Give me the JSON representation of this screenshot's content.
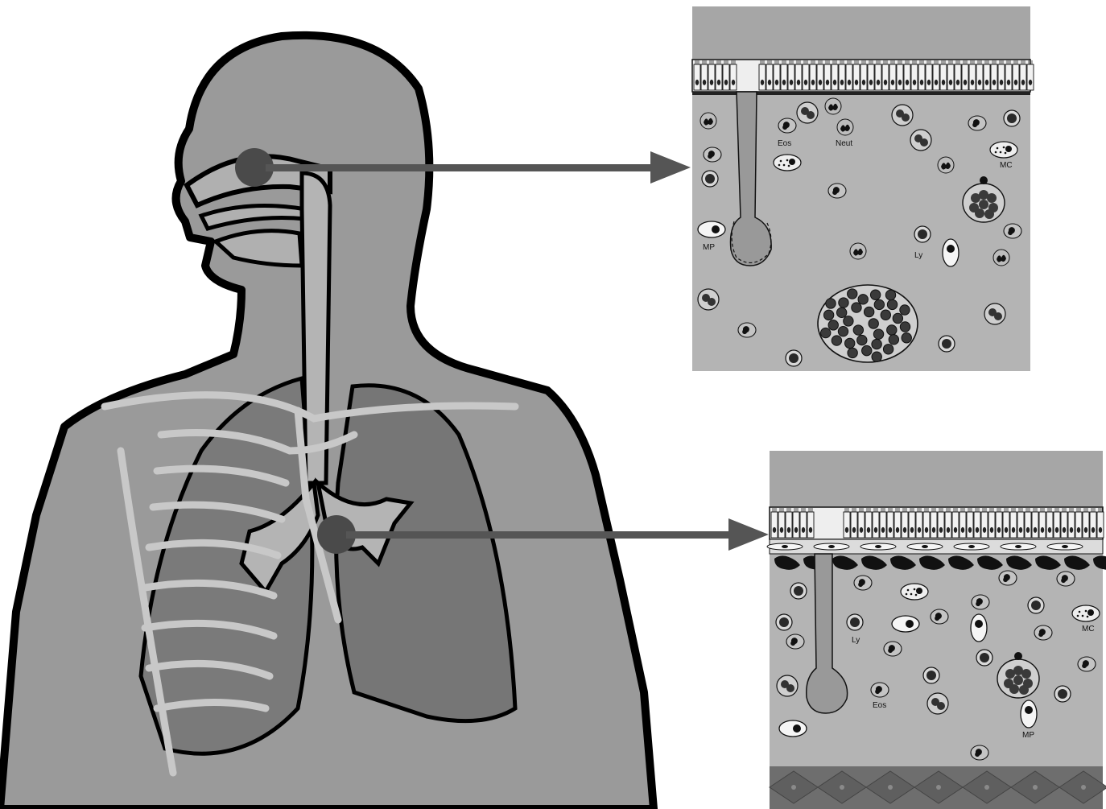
{
  "colors": {
    "background": "#ffffff",
    "body_fill": "#9a9a9a",
    "outline": "#000000",
    "lung_fill": "#767676",
    "bone": "#c8c8c8",
    "marker": "#4a4a4a",
    "arrow": "#555555",
    "panel_fill": "#b4b4b4",
    "panel_top": "#a2a2a2",
    "cell_white": "#f2f2f2",
    "cell_dark": "#3a3a3a"
  },
  "upper_panel": {
    "labels": {
      "eos": "Eos",
      "neut": "Neut",
      "mc": "MC",
      "mp": "MP",
      "ly": "Ly"
    }
  },
  "lower_panel": {
    "labels": {
      "ly": "Ly",
      "mc": "MC",
      "eos": "Eos",
      "mp": "MP"
    }
  }
}
